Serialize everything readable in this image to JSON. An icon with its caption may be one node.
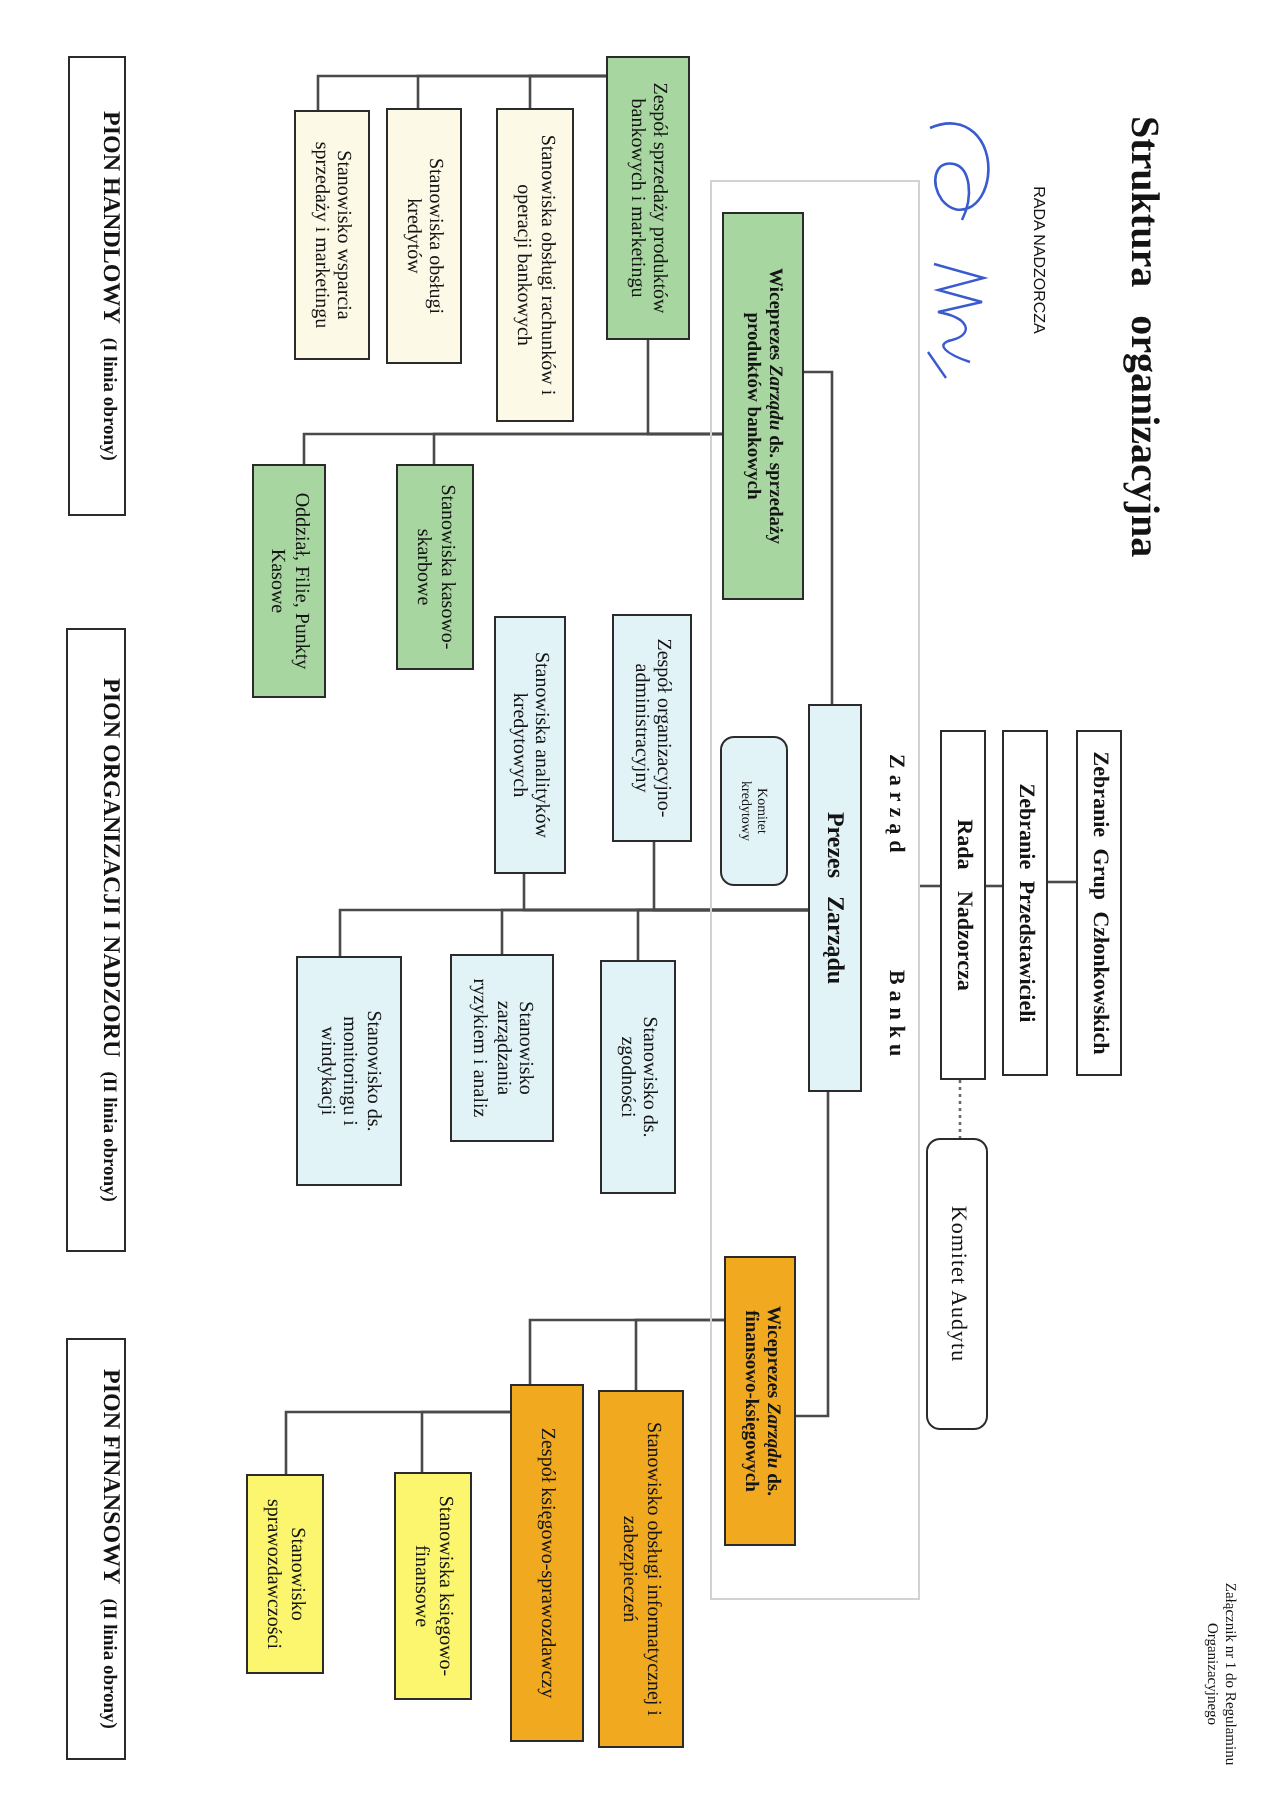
{
  "diagram": {
    "title": "Struktura organizacyjna",
    "nodes": [
      {
        "text": [
          "Zebranie Grup Członkowskich"
        ]
      },
      {
        "text": [
          "Zebranie Przedstawicieli"
        ]
      },
      {
        "text": [
          "Rada Nadzorcza"
        ]
      },
      {
        "text": [
          "Komitet Audytu"
        ]
      },
      {
        "text": [
          "Zarząd Banku"
        ]
      },
      {
        "text": [
          "Wiceprezes *Zarządu* ds. sprzedaży produktów bankowych"
        ],
        "in": 4
      },
      {
        "text": [
          "Prezes Zarządu"
        ],
        "in": 4
      },
      {
        "text": [
          "Komitet kredytowy"
        ],
        "in": 4
      },
      {
        "text": [
          "Wiceprezes *Zarządu* ds. finansowo-księgowych"
        ],
        "in": 4
      },
      {
        "text": [
          "Zespół sprzedaży produktów bankowych i marketingu"
        ]
      },
      {
        "text": [
          "Stanowiska obsługi rachunków i operacji bankowych"
        ]
      },
      {
        "text": [
          "Stanowiska obsługi kredytów"
        ]
      },
      {
        "text": [
          "Stanowisko wsparcia sprzedaży i marketingu"
        ]
      },
      {
        "text": [
          "Stanowiska kasowo-skarbowe"
        ]
      },
      {
        "text": [
          "Oddział, Filie, Punkty Kasowe"
        ]
      },
      {
        "text": [
          "Zespół organizacyjno-administracyjny"
        ]
      },
      {
        "text": [
          "Stanowiska analityków kredytowych"
        ]
      },
      {
        "text": [
          "Stanowisko ds. zgodności"
        ]
      },
      {
        "text": [
          "Stanowisko zarządzania ryzykiem i analiz"
        ]
      },
      {
        "text": [
          "Stanowisko ds. monitoringu i windykacji"
        ]
      },
      {
        "text": [
          "Stanowisko obsługi informatycznej i zabezpieczeń"
        ]
      },
      {
        "text": [
          "Zespół księgowo-sprawozdawczy"
        ]
      },
      {
        "text": [
          "Stanowiska księgowo-finansowe"
        ]
      },
      {
        "text": [
          "Stanowisko sprawozdawczości"
        ]
      },
      {
        "text": [
          "PION HANDLOWY",
          "(I linia obrony)"
        ]
      },
      {
        "text": [
          "PION ORGANIZACJI I NADZORU",
          "(II linia obrony)"
        ]
      },
      {
        "text": [
          "PION FINANSOWY",
          "(II linia obrony)"
        ]
      }
    ],
    "edges": [
      {
        "from": 0,
        "to": 1,
        "arrow": "none"
      },
      {
        "from": 1,
        "to": 2,
        "arrow": "none"
      },
      {
        "from": 2,
        "to": 3,
        "arrow": "none",
        "style": "dashed"
      },
      {
        "from": 2,
        "to": 4,
        "arrow": "none"
      },
      {
        "from": 6,
        "to": 5,
        "arrow": "none"
      },
      {
        "from": 6,
        "to": 8,
        "arrow": "none"
      },
      {
        "from": 5,
        "to": 9,
        "arrow": "none"
      },
      {
        "from": 5,
        "to": 13,
        "arrow": "none"
      },
      {
        "from": 5,
        "to": 14,
        "arrow": "none"
      },
      {
        "from": 9,
        "to": 10,
        "arrow": "none"
      },
      {
        "from": 9,
        "to": 11,
        "arrow": "none"
      },
      {
        "from": 9,
        "to": 12,
        "arrow": "none"
      },
      {
        "from": 6,
        "to": 15,
        "arrow": "none"
      },
      {
        "from": 6,
        "to": 16,
        "arrow": "none"
      },
      {
        "from": 6,
        "to": 17,
        "arrow": "none"
      },
      {
        "from": 6,
        "to": 18,
        "arrow": "none"
      },
      {
        "from": 6,
        "to": 19,
        "arrow": "none"
      },
      {
        "from": 8,
        "to": 20,
        "arrow": "none"
      },
      {
        "from": 8,
        "to": 21,
        "arrow": "none"
      },
      {
        "from": 21,
        "to": 22,
        "arrow": "none"
      },
      {
        "from": 21,
        "to": 23,
        "arrow": "none"
      }
    ],
    "labels": [
      "Załącznik nr 1 do Regulaminu Organizacyjnego",
      "RADA NADZORCZA"
    ]
  }
}
